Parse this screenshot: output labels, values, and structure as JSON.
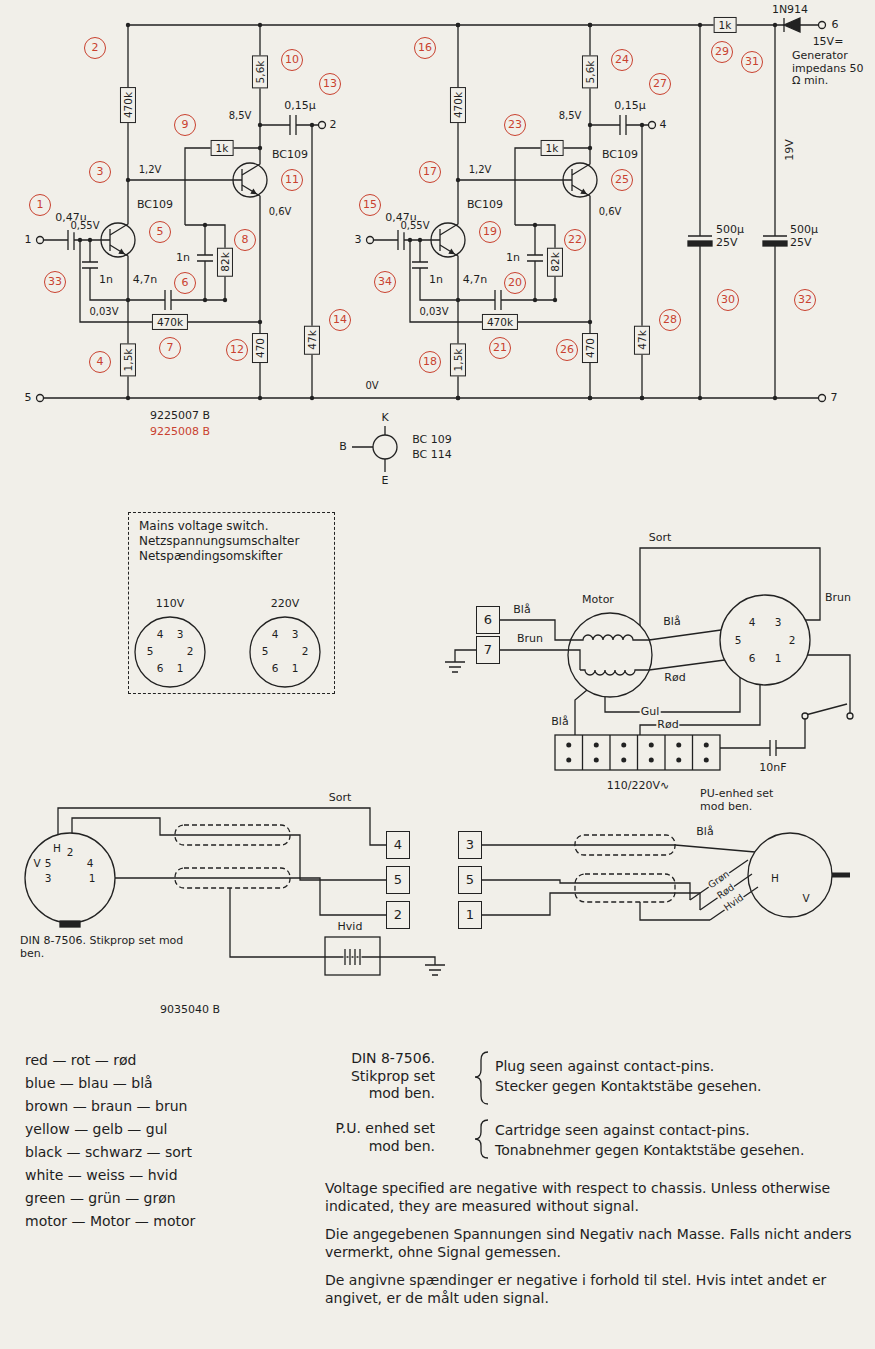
{
  "diagram": {
    "nodes": [
      {
        "text": [
          "Mains voltage switch.",
          "Netzspannungsumschalter",
          "Netspændingsomskifter"
        ]
      }
    ],
    "labels": [
      "1",
      "0,47µ",
      "1",
      "470k",
      "2",
      "0,55V",
      "3",
      "1,2V",
      "BC109",
      "1n",
      "33",
      "0,03V",
      "4,7n",
      "6",
      "470k",
      "7",
      "1,5k",
      "4",
      "1n",
      "5",
      "82k",
      "8",
      "1k",
      "9",
      "BC109",
      "11",
      "5,6k",
      "10",
      "8,5V",
      "0,6V",
      "0,15µ",
      "13",
      "2",
      "470",
      "12",
      "47k",
      "14",
      "3",
      "0,47µ",
      "15",
      "470k",
      "16",
      "0,55V",
      "17",
      "1,2V",
      "BC109",
      "1n",
      "34",
      "0,03V",
      "4,7n",
      "20",
      "470k",
      "21",
      "1,5k",
      "18",
      "1n",
      "19",
      "82k",
      "22",
      "1k",
      "23",
      "BC109",
      "25",
      "5,6k",
      "24",
      "8,5V",
      "0,6V",
      "0,15µ",
      "27",
      "4",
      "470",
      "26",
      "47k",
      "28",
      "1k",
      "29",
      "1N914",
      "31",
      "6",
      "15V=",
      "Generator impedans 50 Ω min.",
      "500µ 25V",
      "30",
      "19V",
      "500µ 25V",
      "32",
      "5",
      "7",
      "0V",
      "9225007 B",
      "9225008 B",
      "K",
      "B",
      "E",
      "BC 109",
      "BC 114",
      "110V",
      "4",
      "3",
      "5",
      "2",
      "6",
      "1",
      "220V",
      "4",
      "3",
      "5",
      "2",
      "6",
      "1",
      "Sort",
      "Motor",
      "Blå",
      "6",
      "7",
      "Brun",
      "4",
      "3",
      "5",
      "2",
      "6",
      "1",
      "Brun",
      "Blå",
      "Rød",
      "Gul",
      "Blå",
      "Rød",
      "10nF",
      "110/220V∿",
      "H",
      "2",
      "V",
      "5",
      "4",
      "3",
      "1",
      "Sort",
      "4",
      "5",
      "2",
      "Hvid",
      "3",
      "5",
      "1",
      "Blå",
      "PU-enhed set mod ben.",
      "Grøn",
      "Rød",
      "Hvid",
      "H",
      "V",
      "DIN 8-7506. Stikprop set mod ben.",
      "9035040 B",
      "red — rot — rød",
      "blue — blau — blå",
      "brown — braun — brun",
      "yellow — gelb — gul",
      "black — schwarz — sort",
      "white — weiss — hvid",
      "green — grün — grøn",
      "motor — Motor — motor",
      "DIN 8-7506. Stikprop set mod ben.",
      "Plug seen against contact-pins.",
      "Stecker gegen Kontaktstäbe gesehen.",
      "P.U. enhed set mod ben.",
      "Cartridge seen against contact-pins.",
      "Tonabnehmer gegen Kontaktstäbe gesehen.",
      "Voltage specified are negative with respect to chassis. Unless otherwise indicated, they are measured without signal.",
      "Die angegebenen Spannungen sind Negativ nach Masse. Falls nicht anders vermerkt, ohne Signal gemessen.",
      "De angivne spændinger er negative i forhold til stel. Hvis intet andet er angivet, er de målt uden signal."
    ]
  }
}
